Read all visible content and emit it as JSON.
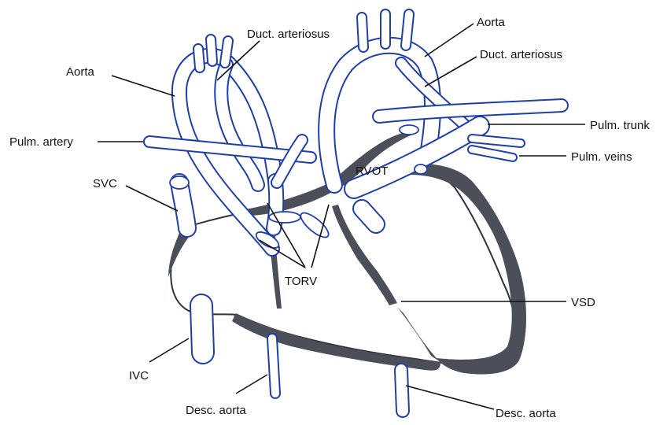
{
  "colors": {
    "vessel_outline": "#1f3fa8",
    "vessel_fill": "#ffffff",
    "myocardium": "#4b4f5a",
    "label_text": "#111111"
  },
  "labels": {
    "aorta_left": "Aorta",
    "duct_left": "Duct. arteriosus",
    "pulm_artery": "Pulm. artery",
    "svc": "SVC",
    "ivc": "IVC",
    "desc_aorta_left": "Desc. aorta",
    "aorta_right": "Aorta",
    "duct_right": "Duct. arteriosus",
    "pulm_trunk": "Pulm. trunk",
    "pulm_veins": "Pulm. veins",
    "rvot": "RVOT",
    "torv": "TORV",
    "vsd": "VSD",
    "desc_aorta_right": "Desc. aorta"
  }
}
